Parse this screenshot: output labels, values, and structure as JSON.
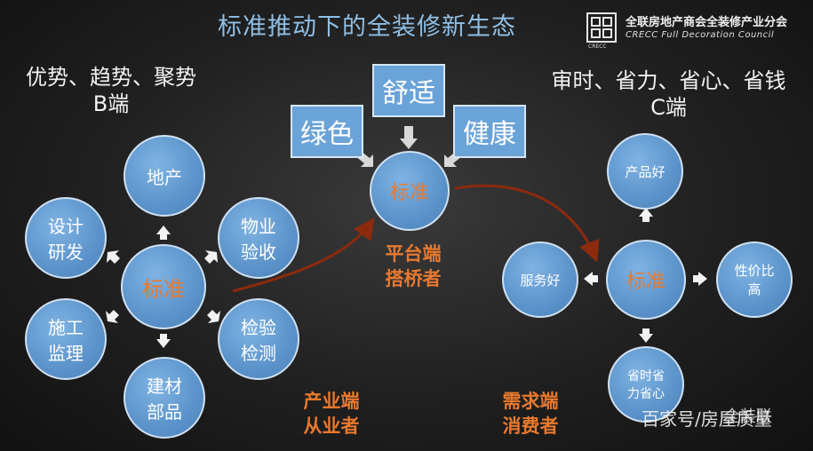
{
  "title": "标准推动下的全装修新生态",
  "logo": {
    "cn": "全联房地产商会全装修产业分会",
    "en": "CRECC Full Decoration Council",
    "small": "CRECC"
  },
  "left_header": {
    "line1": "优势、趋势、聚势",
    "line2": "B端"
  },
  "right_header": {
    "line1": "审时、省力、省心、省钱",
    "line2": "C端"
  },
  "left_cluster": {
    "center": "标准",
    "nodes": [
      {
        "line1": "地产",
        "line2": ""
      },
      {
        "line1": "物业",
        "line2": "验收"
      },
      {
        "line1": "检验",
        "line2": "检测"
      },
      {
        "line1": "建材",
        "line2": "部品"
      },
      {
        "line1": "施工",
        "line2": "监理"
      },
      {
        "line1": "设计",
        "line2": "研发"
      }
    ]
  },
  "center_cluster": {
    "center": "标准",
    "boxes": [
      "绿色",
      "舒适",
      "健康"
    ]
  },
  "right_cluster": {
    "center": "标准",
    "nodes": [
      {
        "line1": "产品好",
        "line2": ""
      },
      {
        "line1": "性价比",
        "line2": "高"
      },
      {
        "line1": "省时省",
        "line2": "力省心"
      },
      {
        "line1": "服务好",
        "line2": ""
      }
    ]
  },
  "labels": {
    "platform": {
      "line1": "平台端",
      "line2": "搭桥者"
    },
    "industry": {
      "line1": "产业端",
      "line2": "从业者"
    },
    "demand": {
      "line1": "需求端",
      "line2": "消费者"
    }
  },
  "watermark": "百家号/房屋质量",
  "watermark_overlay": "全装联"
}
